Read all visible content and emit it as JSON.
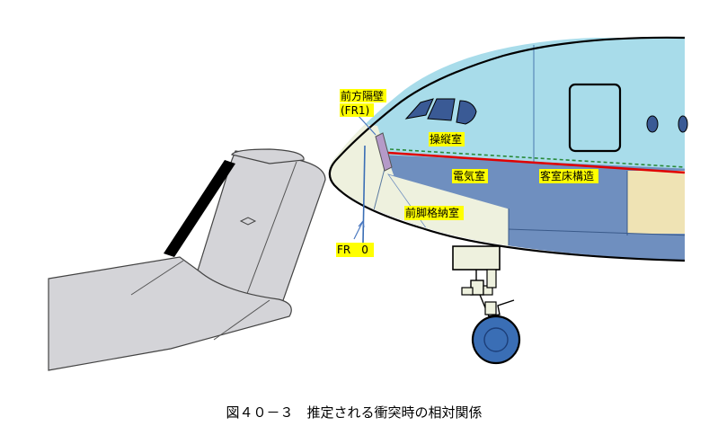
{
  "diagram": {
    "labels": {
      "front_bulkhead": "前方隔壁",
      "fr1": "(FR1)",
      "cockpit": "操縦室",
      "electrical_room": "電気室",
      "cabin_floor_structure": "客室床構造",
      "nose_gear_bay": "前脚格納室",
      "fr0": "FR　0"
    },
    "caption": "図４０－３　推定される衝突時の相対関係"
  },
  "colors": {
    "fuselage_upper": "#a8dcea",
    "fuselage_lower": "#6f8fbf",
    "nose_cone": "#eef1de",
    "cargo_cream": "#efe3b4",
    "tail_gray": "#d4d4d8",
    "highlight": "#ffff00",
    "floor_red": "#e00000",
    "dashed_green": "#2a8a3a",
    "wheel_blue": "#3a6eb5",
    "annotation_blue": "#4a78c0"
  }
}
